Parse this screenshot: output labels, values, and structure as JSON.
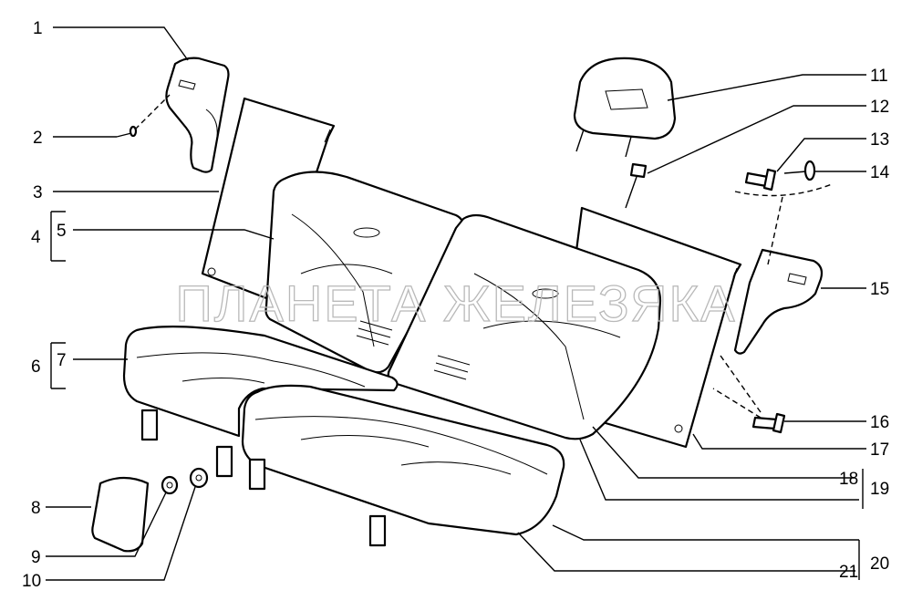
{
  "watermark": "ПЛАНЕТА ЖЕЛЕЗЯКА",
  "callouts": {
    "c1": "1",
    "c2": "2",
    "c3": "3",
    "c4": "4",
    "c5": "5",
    "c6": "6",
    "c7": "7",
    "c8": "8",
    "c9": "9",
    "c10": "10",
    "c11": "11",
    "c12": "12",
    "c13": "13",
    "c14": "14",
    "c15": "15",
    "c16": "16",
    "c17": "17",
    "c18": "18",
    "c19": "19",
    "c20": "20",
    "c21": "21"
  },
  "colors": {
    "line": "#000000",
    "background": "#ffffff",
    "watermark": "#b9b9b9"
  }
}
